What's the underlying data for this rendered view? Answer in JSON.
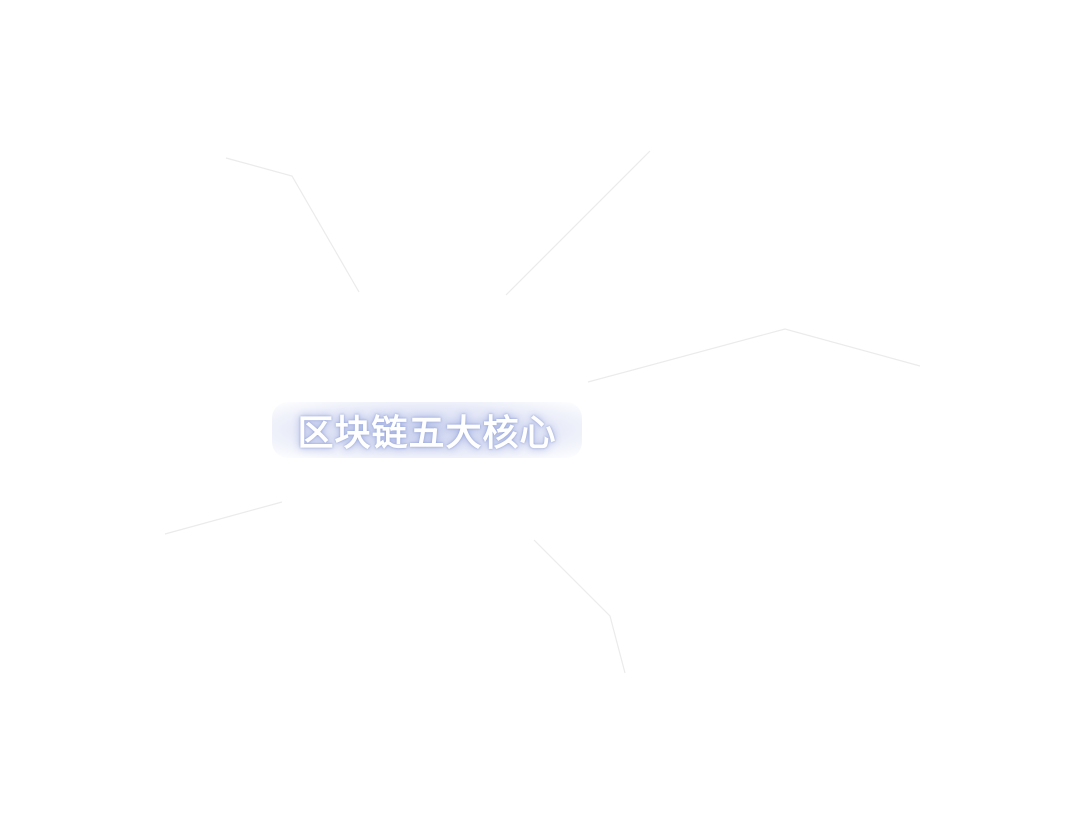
{
  "diagram": {
    "type": "mind-map",
    "center_title": "区块链五大核心",
    "branch_count": 5,
    "colors": {
      "branch_line": "#ebebeb",
      "title_glow": "#c3cbed",
      "title_text": "#ffffff"
    }
  }
}
